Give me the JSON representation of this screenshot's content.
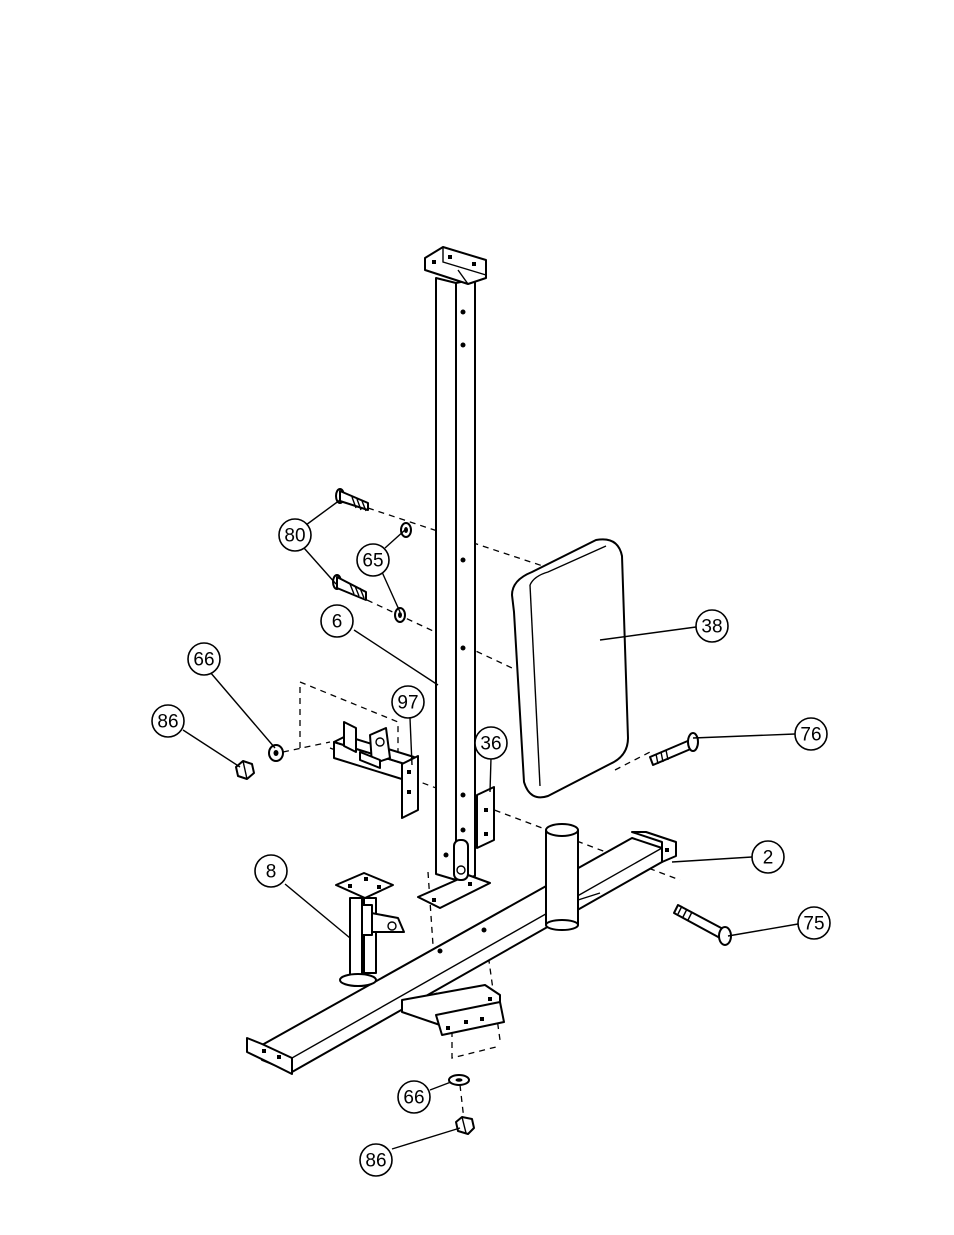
{
  "callouts": [
    {
      "id": "c80",
      "label": "80"
    },
    {
      "id": "c65",
      "label": "65"
    },
    {
      "id": "c6",
      "label": "6"
    },
    {
      "id": "c38",
      "label": "38"
    },
    {
      "id": "c66a",
      "label": "66"
    },
    {
      "id": "c86a",
      "label": "86"
    },
    {
      "id": "c97",
      "label": "97"
    },
    {
      "id": "c36",
      "label": "36"
    },
    {
      "id": "c76",
      "label": "76"
    },
    {
      "id": "c2",
      "label": "2"
    },
    {
      "id": "c8",
      "label": "8"
    },
    {
      "id": "c75",
      "label": "75"
    },
    {
      "id": "c66b",
      "label": "66"
    },
    {
      "id": "c86b",
      "label": "86"
    }
  ]
}
